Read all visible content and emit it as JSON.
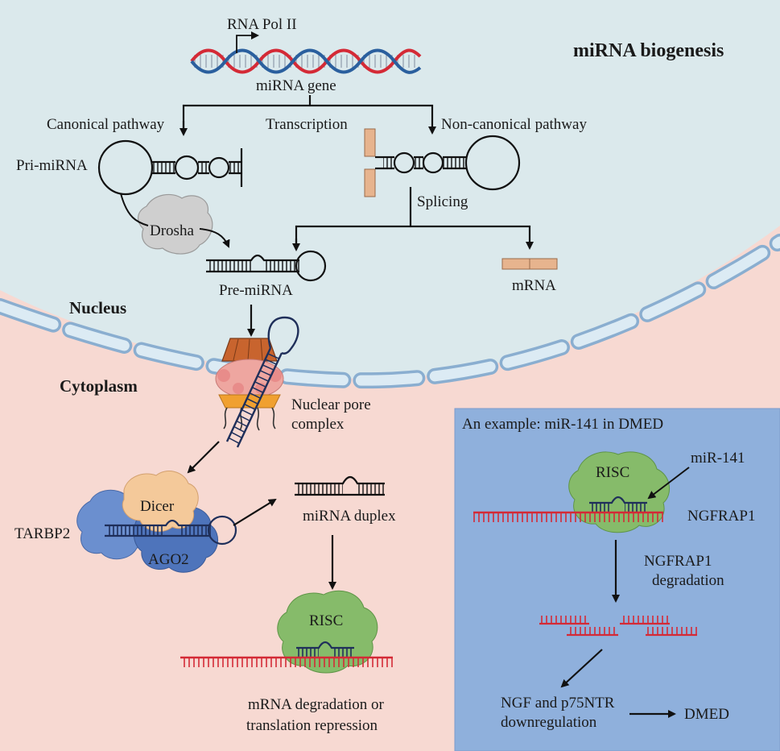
{
  "title": "miRNA biogenesis",
  "regions": {
    "nucleus": "Nucleus",
    "cytoplasm": "Cytoplasm"
  },
  "labels": {
    "rna_pol": "RNA Pol II",
    "mirna_gene": "miRNA gene",
    "canonical": "Canonical pathway",
    "transcription": "Transcription",
    "non_canonical": "Non-canonical pathway",
    "pri_mirna": "Pri-miRNA",
    "drosha": "Drosha",
    "splicing": "Splicing",
    "pre_mirna": "Pre-miRNA",
    "mrna": "mRNA",
    "nuclear_pore_line1": "Nuclear pore",
    "nuclear_pore_line2": "complex",
    "dicer": "Dicer",
    "tarbp2": "TARBP2",
    "ago2": "AGO2",
    "mirna_duplex": "miRNA duplex",
    "risc": "RISC",
    "outcome_line1": "mRNA degradation or",
    "outcome_line2": "translation repression"
  },
  "example": {
    "heading": "An example: miR-141 in DMED",
    "risc": "RISC",
    "mir141": "miR-141",
    "ngfrap1": "NGFRAP1",
    "degradation_line1": "NGFRAP1",
    "degradation_line2": "degradation",
    "down_line1": "NGF and p75NTR",
    "down_line2": "downregulation",
    "dmed": "DMED"
  },
  "colors": {
    "nucleus_fill": "#dbe9ec",
    "cytoplasm_fill": "#f7d9d2",
    "envelope": "#a8c6e2",
    "example_panel": "#8fb0dc",
    "risc_green": "#86bb6a",
    "target_rna": "#d42a36",
    "mirna_strand": "#1f2f5a",
    "dicer_orange": "#f4c99a",
    "tarbp2_blue": "#6b8fcf",
    "ago2_blue": "#4e74bb",
    "drosha_gray": "#cfcfcf",
    "exon_tan": "#e7b48e"
  }
}
